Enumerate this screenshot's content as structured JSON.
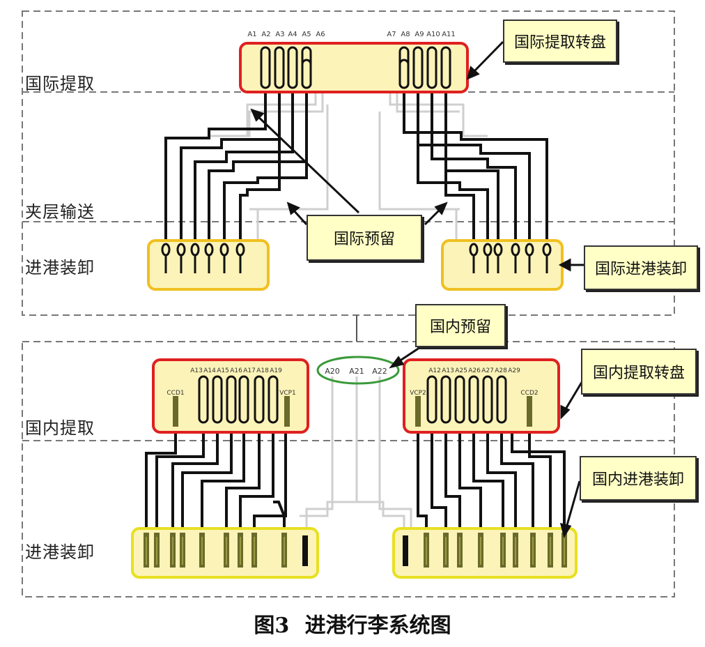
{
  "zones": {
    "intl_pickup": "国际提取",
    "mezzanine": "夹层输送",
    "intl_unload": "进港装卸",
    "dom_pickup": "国内提取",
    "dom_unload": "进港装卸"
  },
  "callouts": {
    "intl_carousel": "国际提取转盘",
    "intl_reserve": "国际预留",
    "intl_unload": "国际进港装卸",
    "dom_reserve": "国内预留",
    "dom_carousel": "国内提取转盘",
    "dom_unload": "国内进港装卸"
  },
  "intl_carousel_labels": {
    "left": [
      "A1",
      "A2",
      "A3",
      "A4",
      "A5",
      "A6"
    ],
    "right": [
      "A7",
      "A8",
      "A9",
      "A10",
      "A11"
    ]
  },
  "dom_carousel_labels": {
    "left": [
      "A13",
      "A14",
      "A15",
      "A16",
      "A17",
      "A18",
      "A19"
    ],
    "right": [
      "A12",
      "A13",
      "A25",
      "A26",
      "A27",
      "A28",
      "A29"
    ],
    "left_side_tag": "CCD1",
    "left_end_tag": "VCP1",
    "right_side_tag": "VCP2",
    "right_end_tag": "CCD2"
  },
  "dom_reserve_labels": [
    "A20",
    "A21",
    "A22"
  ],
  "caption": {
    "figure_no": "图3",
    "title": "进港行李系统图"
  },
  "colors": {
    "carousel_border": "#e02020",
    "unload_border": "#f0c020",
    "unload_border_dom": "#e8e020",
    "reserve_ellipse": "#3a9a3a",
    "box_fill": "#fbf3b8"
  }
}
